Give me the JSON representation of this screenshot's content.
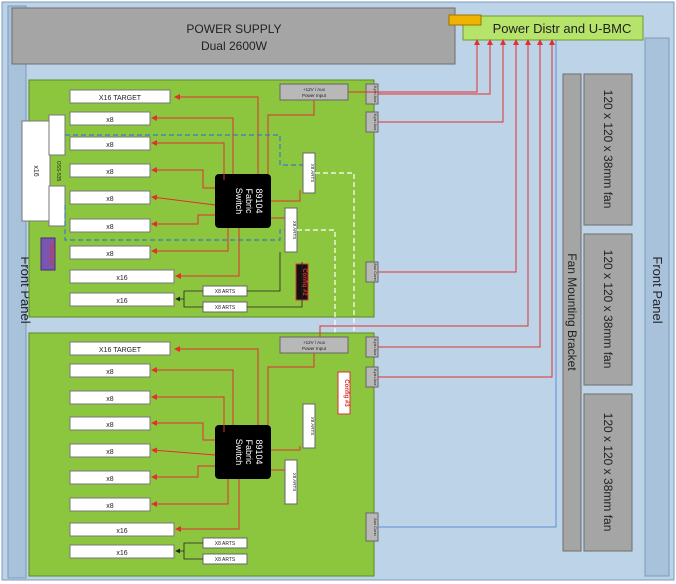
{
  "power_supply": {
    "line1": "POWER SUPPLY",
    "line2": "Dual 2600W"
  },
  "power_distr": {
    "label": "Power Distr and U-BMC"
  },
  "front_panel_left": {
    "label": "Front Panel"
  },
  "front_panel_right": {
    "label": "Front Panel"
  },
  "fan_bracket": {
    "label": "Fan Mounting Bracket"
  },
  "fans": [
    {
      "label": "120 x 120 x 38mm fan"
    },
    {
      "label": "120 x 120 x 38mm fan"
    },
    {
      "label": "120 x 120 x 38mm fan"
    }
  ],
  "riser": {
    "label": "x16",
    "cable_label": "OSS-535"
  },
  "board_top": {
    "slots": [
      "X16 TARGET",
      "x8",
      "x8",
      "x8",
      "x8",
      "x8",
      "x8",
      "x16",
      "x16"
    ],
    "switch": {
      "line1": "89104",
      "line2": "Fabric",
      "line3": "Switch"
    },
    "power_input": {
      "line1": "+12V / Aux",
      "line2": "Power Input"
    },
    "x8_arts": [
      "X8 ARTS",
      "X8 ARTS"
    ],
    "x8_vert": [
      "X8 ARTS",
      "X8 ARTS"
    ],
    "side_conns": [
      "8-pin Aux",
      "8-pin Aux",
      "Aux Conn"
    ],
    "config": "Config #1",
    "config2": "Config #2"
  },
  "board_bottom": {
    "slots": [
      "X16 TARGET",
      "x8",
      "x8",
      "x8",
      "x8",
      "x8",
      "x8",
      "x16",
      "x16"
    ],
    "switch": {
      "line1": "89104",
      "line2": "Fabric",
      "line3": "Switch"
    },
    "power_input": {
      "line1": "+12V / Aux",
      "line2": "Power Input"
    },
    "x8_arts": [
      "X8 ARTS",
      "X8 ARTS"
    ],
    "x8_vert": [
      "X8 ARTS",
      "X8 ARTS"
    ],
    "side_conns": [
      "8-pin Aux",
      "8-pin Aux",
      "Aux Conn"
    ],
    "config": "Config #3"
  },
  "colors": {
    "chassis": "#bcd3e8",
    "rail": "#a8c2dc",
    "board": "#8cc63f",
    "switch": "#000000",
    "power_line": "#e03030",
    "cable_line": "#5a8fcf"
  }
}
